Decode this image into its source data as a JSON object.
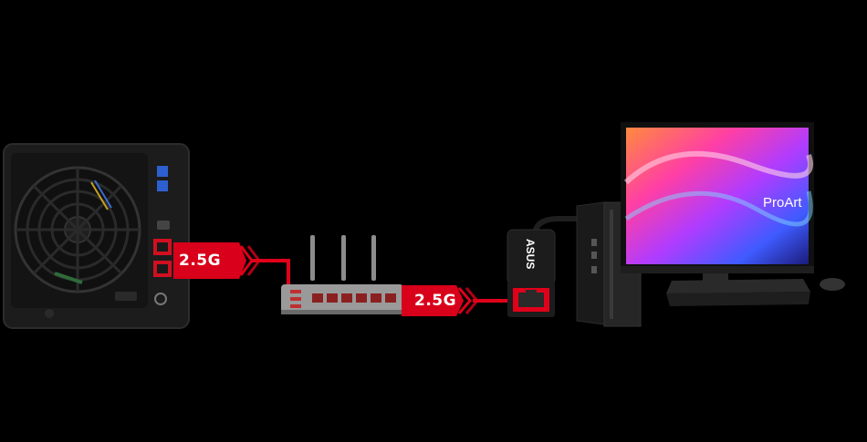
{
  "links": [
    {
      "label": "2.5G"
    },
    {
      "label": "2.5G"
    }
  ],
  "devices": [
    {
      "name": "nas-device"
    },
    {
      "name": "router-device"
    },
    {
      "name": "usb-ethernet-adapter",
      "brand_text": "ASUS"
    },
    {
      "name": "desktop-pc"
    },
    {
      "name": "monitor",
      "brand_text": "ProArt"
    }
  ],
  "colors": {
    "background": "#000000",
    "accent_red": "#e0001a",
    "device_dark": "#1a1a1a",
    "router_gray": "#9a9a9a"
  }
}
